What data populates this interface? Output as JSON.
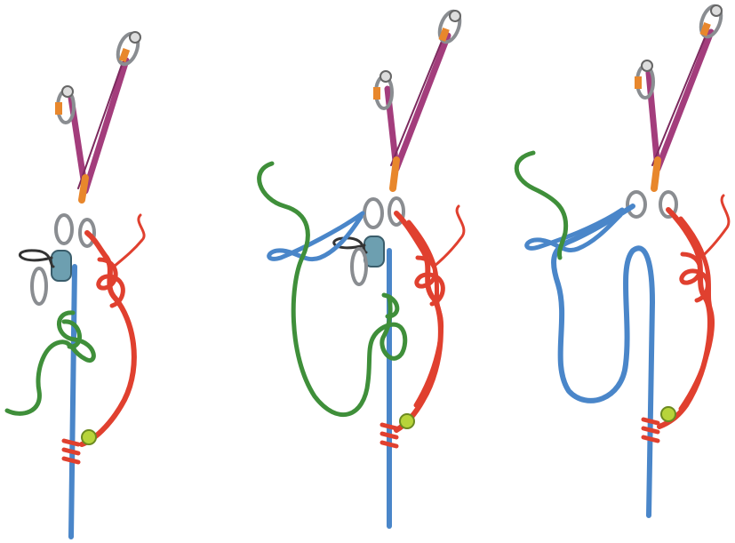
{
  "figure": {
    "panels": [
      "panel-1",
      "panel-2",
      "panel-3"
    ]
  },
  "colors": {
    "blue_rope": "#4a86c9",
    "red_rope": "#e0402f",
    "green_cord": "#3f8f3a",
    "purple_sling": "#a33d7c",
    "orange_accent": "#e8872c",
    "carabiner": "#8a8d91",
    "belay_device": "#6d9fb0",
    "black_cord": "#333333",
    "lime_knot": "#b7d43a"
  }
}
